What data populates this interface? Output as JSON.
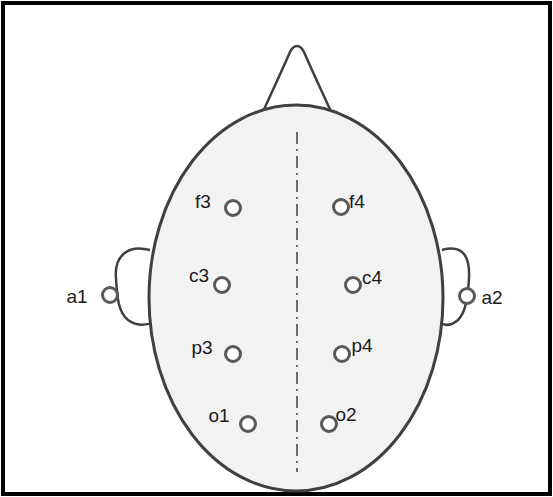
{
  "diagram": {
    "labels": [
      "f3",
      "f4",
      "c3",
      "c4",
      "p3",
      "p4",
      "o1",
      "o2",
      "a1",
      "a2"
    ]
  }
}
